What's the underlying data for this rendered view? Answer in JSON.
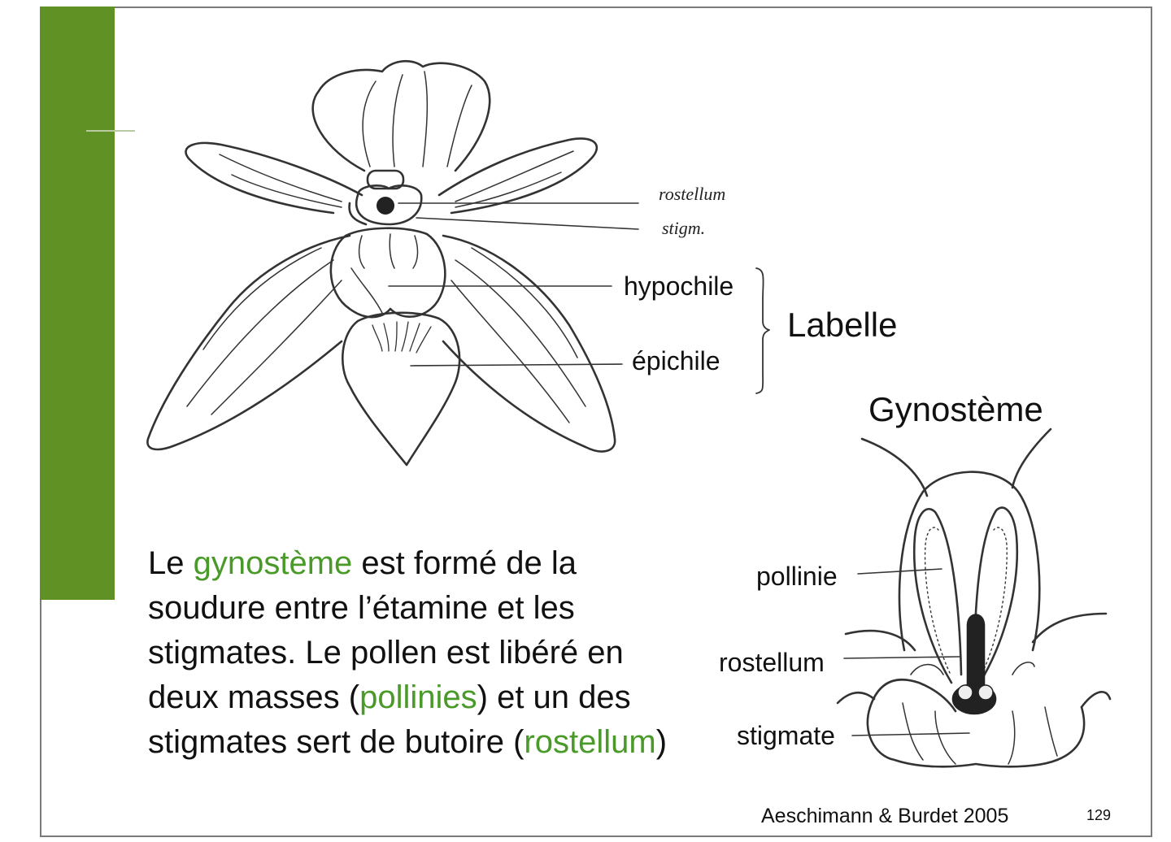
{
  "flower_labels": {
    "rostellum": "rostellum",
    "stigm": "stigm.",
    "hypochile": "hypochile",
    "epichile": "épichile",
    "labelle": "Labelle"
  },
  "gynosteme_labels": {
    "title": "Gynostème",
    "pollinie": "pollinie",
    "rostellum": "rostellum",
    "stigmate": "stigmate"
  },
  "body": {
    "p1": "Le ",
    "hl1": "gynostème",
    "p2": " est formé de la soudure entre l’étamine et les stigmates. Le pollen est libéré en deux masses (",
    "hl2": "pollinies",
    "p3": ") et un des stigmates sert de butoire (",
    "hl3": "rostellum",
    "p4": ")"
  },
  "footer": {
    "credit": "Aeschimann & Burdet 2005",
    "page_number": "129"
  },
  "colors": {
    "accent_green": "#5f9124",
    "highlight_green": "#4a9a2a"
  }
}
